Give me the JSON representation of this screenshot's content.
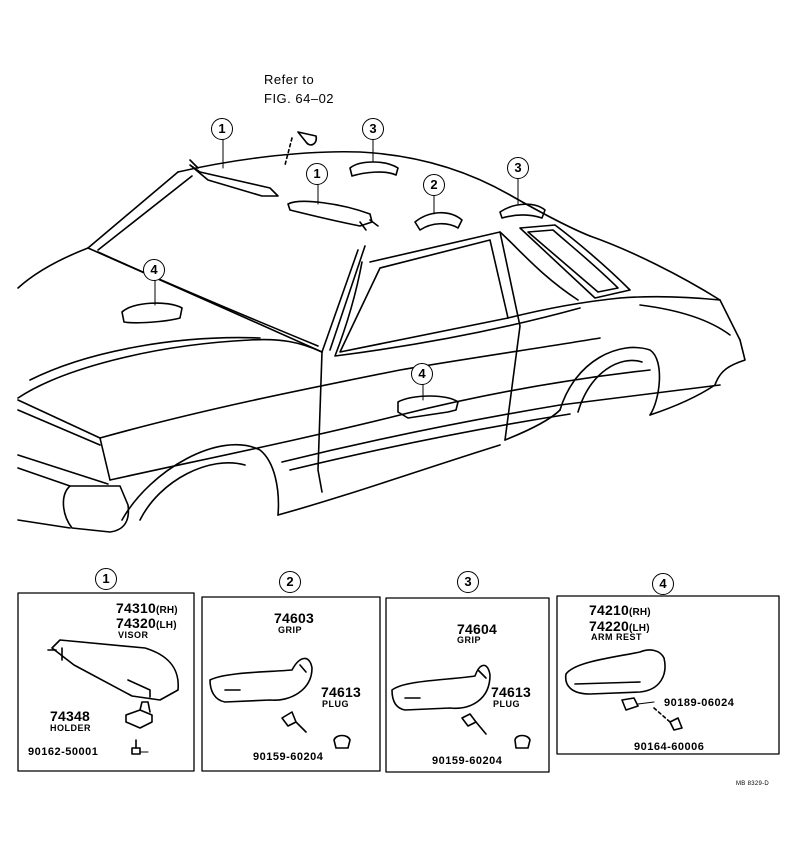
{
  "reference": {
    "line1": "Refer to",
    "line2": "FIG. 64–02"
  },
  "callouts": {
    "one": "1",
    "two": "2",
    "three": "3",
    "four": "4"
  },
  "panel1": {
    "number": "1",
    "visor_rh": "74310",
    "rh": "(RH)",
    "visor_lh": "74320",
    "lh": "(LH)",
    "visor_name": "VISOR",
    "holder_pn": "74348",
    "holder_name": "HOLDER",
    "screw_pn": "90162-50001"
  },
  "panel2": {
    "number": "2",
    "grip_pn": "74603",
    "grip_name": "GRIP",
    "plug_pn": "74613",
    "plug_name": "PLUG",
    "screw_pn": "90159-60204"
  },
  "panel3": {
    "number": "3",
    "grip_pn": "74604",
    "grip_name": "GRIP",
    "plug_pn": "74613",
    "plug_name": "PLUG",
    "screw_pn": "90159-60204"
  },
  "panel4": {
    "number": "4",
    "rest_rh": "74210",
    "rh": "(RH)",
    "rest_lh": "74220",
    "lh": "(LH)",
    "rest_name": "ARM REST",
    "clip_pn": "90189-06024",
    "screw_pn": "90164-60006"
  },
  "drawing_code": "MB 8329-D"
}
